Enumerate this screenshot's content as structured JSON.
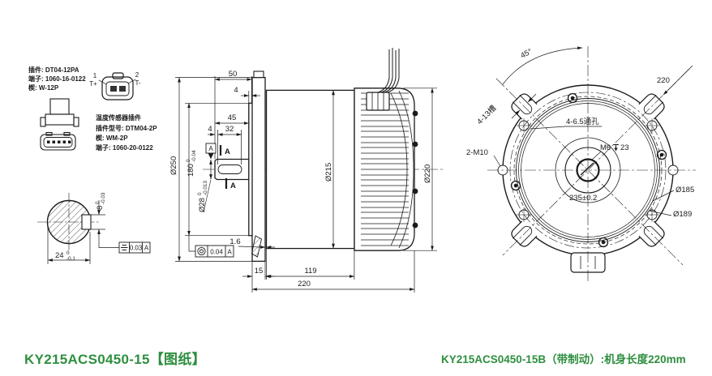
{
  "colors": {
    "line": "#1b1b1b",
    "accent_green": "#2e8f3f"
  },
  "titles": {
    "left": "KY215ACS0450-15【图纸】",
    "right": "KY215ACS0450-15B（带制动）:机身长度220mm"
  },
  "connector_panel": {
    "main_plug": {
      "line1": "插件: DT04-12PA",
      "line2": "端子: 1060-16-0122",
      "line3": "楔: W-12P"
    },
    "pins": {
      "pin1_num": "1",
      "pin1_tag": "T+",
      "pin2_num": "2",
      "pin2_tag": "T-"
    },
    "sensor": {
      "title": "温度传感器插件",
      "line1": "插件型号: DTM04-2P",
      "line2": "楔: WM-2P",
      "line3": "端子: 1060-20-0122"
    }
  },
  "shaft_section": {
    "width": "24",
    "width_tol_upper": "0",
    "width_tol_lower": "-0.1",
    "key_height": "8",
    "key_tol_upper": "0",
    "key_tol_lower": "-0.03",
    "gdt_value": "0.03",
    "gdt_datum": "A"
  },
  "side_view": {
    "dim_50": "50",
    "dim_4_face": "4",
    "dim_45": "45",
    "dim_32": "32",
    "dim_4_key": "4",
    "datum_label": "A",
    "section_label_top": "A",
    "section_label_bottom": "A",
    "dia_250": "Ø250",
    "dim_180": "180",
    "dim_180_tol_upper": "0",
    "dim_180_tol_lower": "-0.04",
    "dia_28": "Ø28",
    "dia_28_tol_upper": "0",
    "dia_28_tol_lower": "-0.013",
    "dia_215": "Ø215",
    "dia_220": "Ø220",
    "dim_1_6": "1.6",
    "dim_15": "15",
    "dim_119": "119",
    "dim_220": "220",
    "gdt_value": "0.04",
    "gdt_datum": "A"
  },
  "front_view": {
    "angle": "45°",
    "dim_220": "220",
    "slots": "4-13槽",
    "holes": "4-6.5通孔",
    "tapped_side": "2-M10",
    "center_thread": "M6",
    "center_depth": "23",
    "dim_235": "235±0.2",
    "dia_185": "Ø185",
    "dia_189": "Ø189"
  },
  "symbols": {
    "concentricity": "◎",
    "symmetry": "⌯",
    "depth": "⊽"
  }
}
